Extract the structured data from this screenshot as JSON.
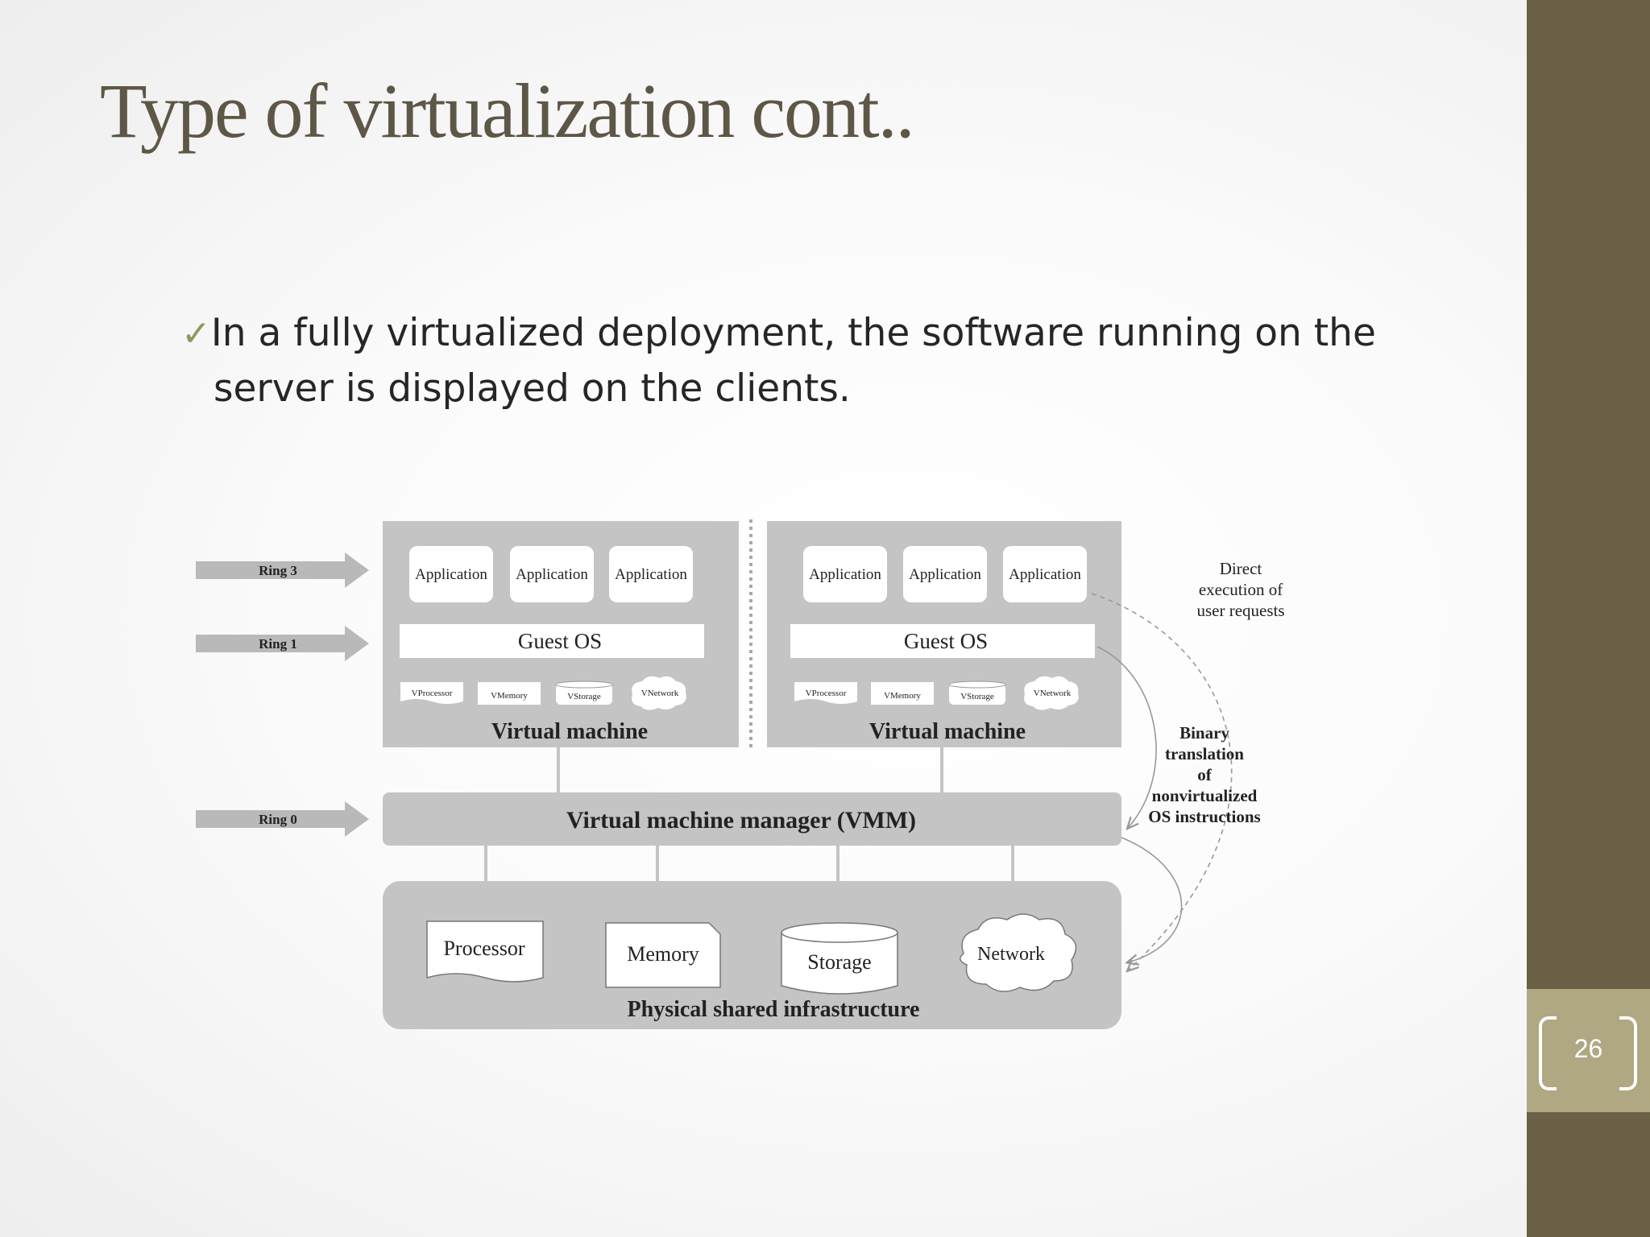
{
  "slide": {
    "title": "Type of virtualization cont..",
    "bullet_mark": "✓",
    "bullet_text": "In a fully virtualized deployment, the software running on the server is displayed on the clients.",
    "page_number": "26"
  },
  "diagram": {
    "rings": {
      "ring3": "Ring 3",
      "ring1": "Ring 1",
      "ring0": "Ring 0"
    },
    "application": "Application",
    "guest_os": "Guest OS",
    "vprocessor": "VProcessor",
    "vmemory": "VMemory",
    "vstorage": "VStorage",
    "vnetwork": "VNetwork",
    "virtual_machine": "Virtual machine",
    "vmm": "Virtual machine manager (VMM)",
    "processor": "Processor",
    "memory": "Memory",
    "storage": "Storage",
    "network": "Network",
    "physical": "Physical shared infrastructure",
    "direct_line1": "Direct",
    "direct_line2": "execution of",
    "direct_line3": "user requests",
    "binary_line1": "Binary",
    "binary_line2": "translation",
    "binary_line3": "of",
    "binary_line4": "nonvirtualized",
    "binary_line5": "OS instructions"
  },
  "colors": {
    "accent_bar": "#6b5f45",
    "page_box": "#b0a882",
    "title": "#5e5646",
    "diagram_gray": "#c4c4c4"
  }
}
